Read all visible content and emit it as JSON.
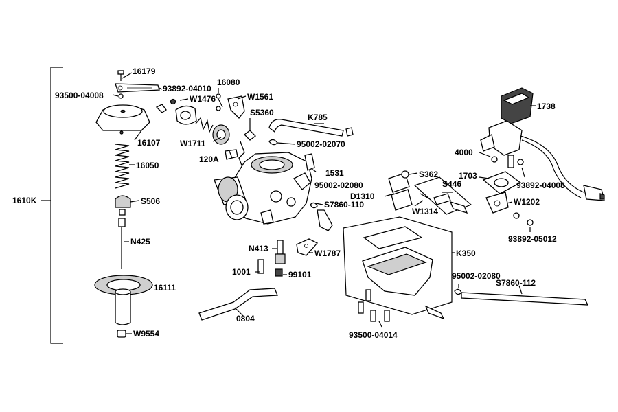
{
  "labels": {
    "p16179": "16179",
    "p93500_04008": "93500-04008",
    "p93892_04010": "93892-04010",
    "p16080": "16080",
    "pW1476": "W1476",
    "pW1561": "W1561",
    "pS5360": "S5360",
    "pK785": "K785",
    "p16107": "16107",
    "pW1711": "W1711",
    "p95002_02070": "95002-02070",
    "p120A": "120A",
    "p16050": "16050",
    "p1610K": "1610K",
    "pS506": "S506",
    "pN425": "N425",
    "p16111": "16111",
    "pW9554": "W9554",
    "p1531": "1531",
    "p95002_02080a": "95002-02080",
    "pS7860_110": "S7860-110",
    "pD1310": "D1310",
    "pS362": "S362",
    "pS446": "S446",
    "pW1314": "W1314",
    "p1738": "1738",
    "p4000": "4000",
    "p1703": "1703",
    "p93892_04008": "93892-04008",
    "pW1202": "W1202",
    "p93892_05012": "93892-05012",
    "pK350": "K350",
    "pN413": "N413",
    "pW1787": "W1787",
    "p1001": "1001",
    "p99101": "99101",
    "p95002_02080b": "95002-02080",
    "pS7860_112": "S7860-112",
    "p0804": "0804",
    "p93500_04014": "93500-04014"
  }
}
